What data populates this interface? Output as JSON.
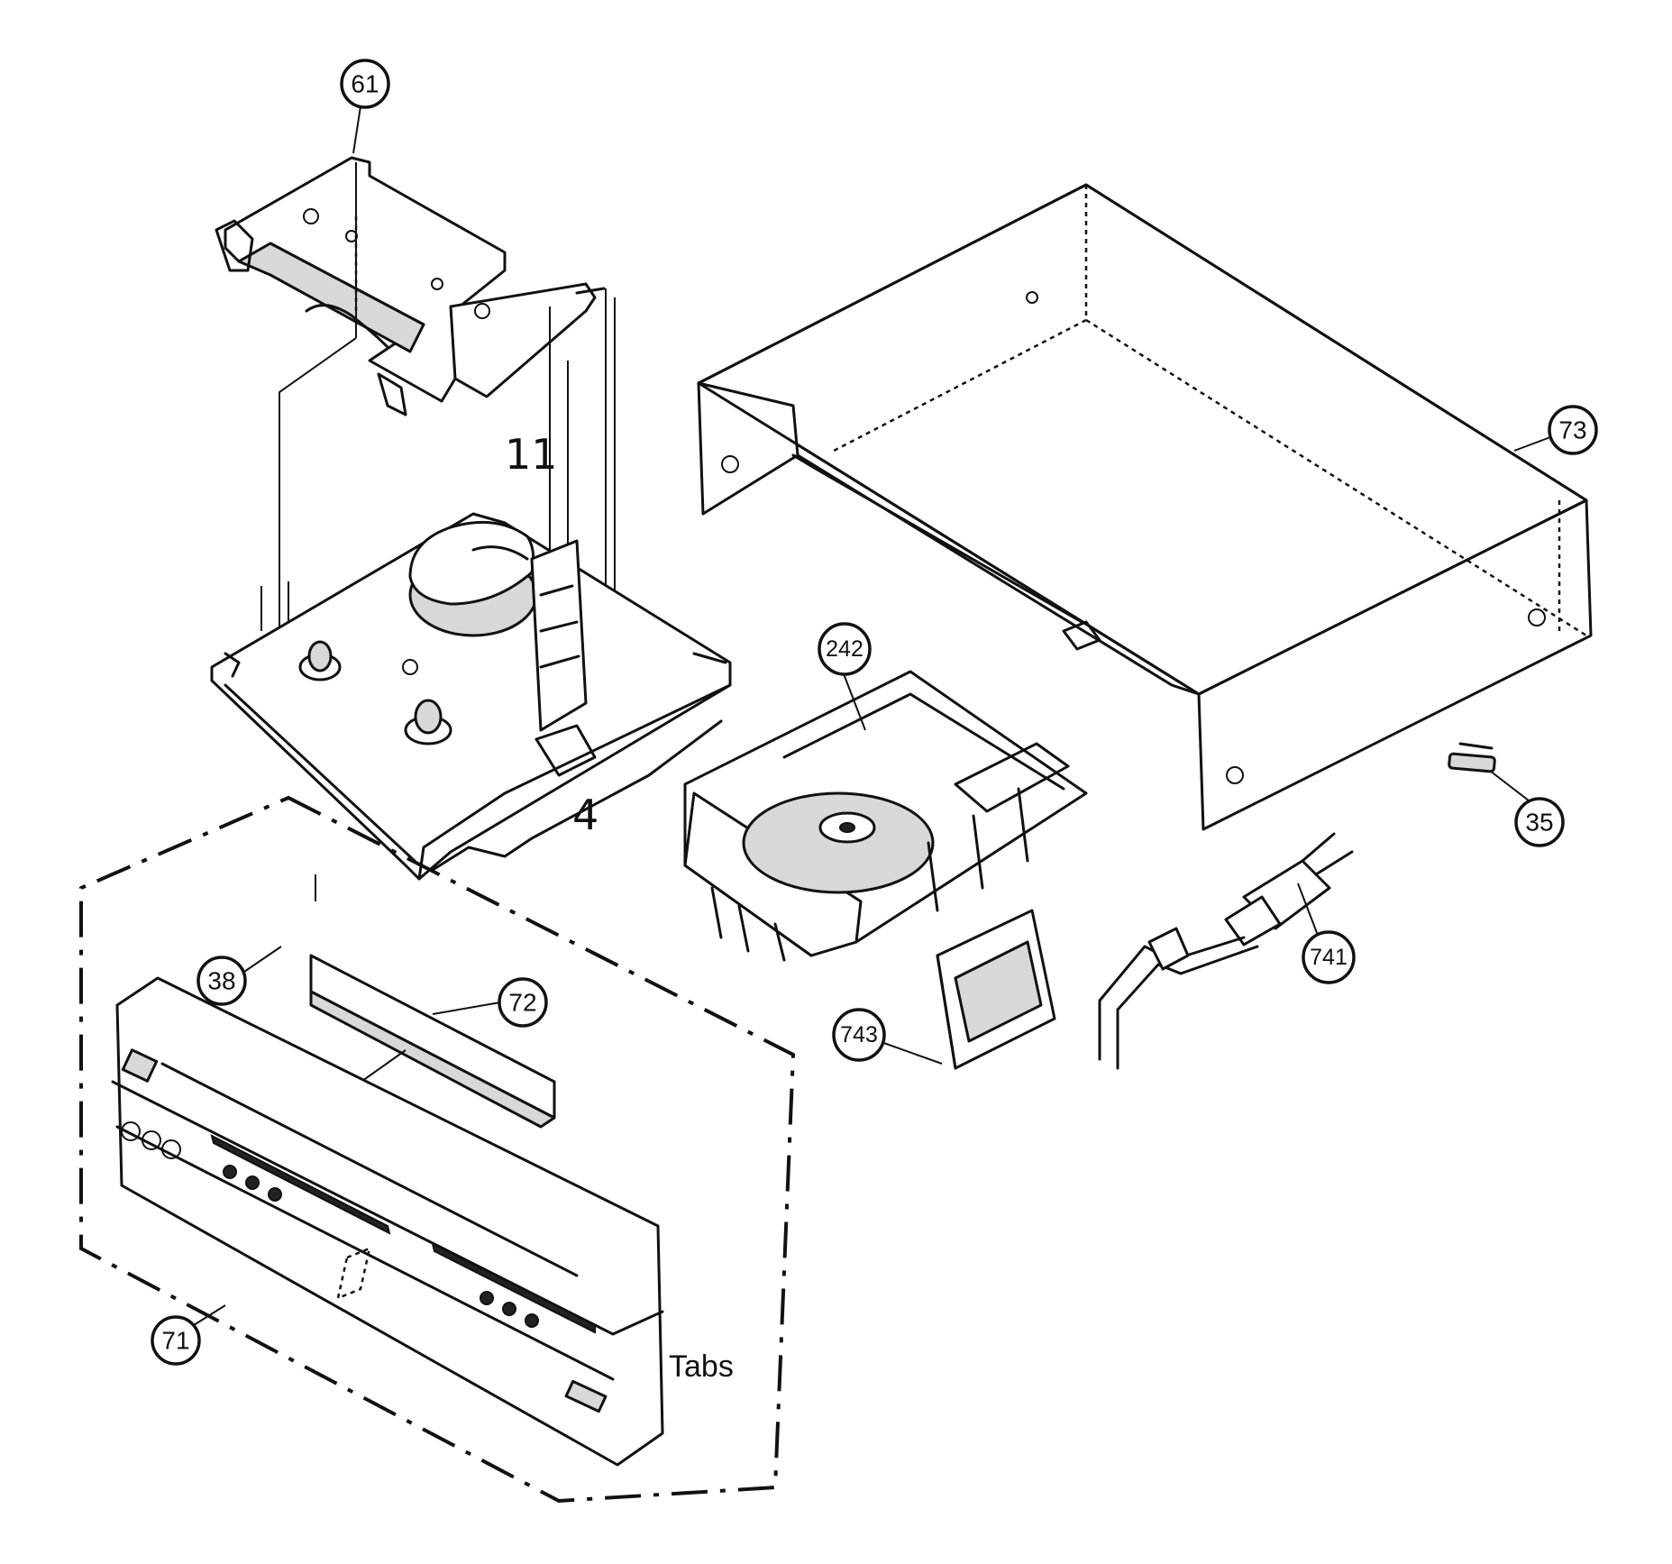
{
  "diagram": {
    "callouts": {
      "c61": "61",
      "c73": "73",
      "c242": "242",
      "c35": "35",
      "c741": "741",
      "c743": "743",
      "c38": "38",
      "c72": "72",
      "c71": "71"
    },
    "notes": {
      "tabs": "Tabs",
      "hand_11": "11",
      "hand_4": "4"
    }
  }
}
